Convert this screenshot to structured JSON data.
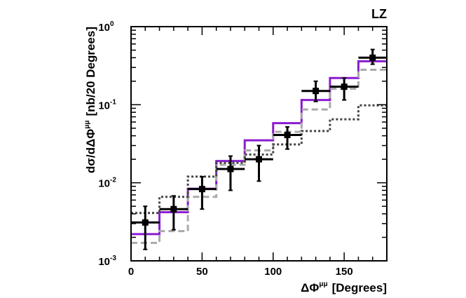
{
  "chart_data": {
    "type": "line",
    "title": "",
    "corner_label": "LZ",
    "xlabel": "ΔΦ^μμ [Degrees]",
    "ylabel": "dσ/dΔΦ^μμ [nb/20 Degrees]",
    "xlabel_parts": {
      "main": "ΔΦ",
      "sup": "μμ",
      "tail": "[Degrees]"
    },
    "ylabel_parts": {
      "main": "dσ/dΔΦ",
      "sup": "μμ",
      "tail": "[nb/20 Degrees]"
    },
    "xlim": [
      0,
      180
    ],
    "ylim": [
      0.001,
      1
    ],
    "yscale": "log",
    "x_ticks": [
      {
        "value": 0,
        "label": "0"
      },
      {
        "value": 50,
        "label": "50"
      },
      {
        "value": 100,
        "label": "100"
      },
      {
        "value": 150,
        "label": "150"
      }
    ],
    "y_ticks": [
      {
        "value": 0.001,
        "base": "10",
        "exp": "-3"
      },
      {
        "value": 0.01,
        "base": "10",
        "exp": "-2"
      },
      {
        "value": 0.1,
        "base": "10",
        "exp": "-1"
      },
      {
        "value": 1,
        "base": "10",
        "exp": "0"
      }
    ],
    "bin_edges": [
      0,
      20,
      40,
      60,
      80,
      100,
      120,
      140,
      160,
      180
    ],
    "data_points": {
      "x": [
        10,
        30,
        50,
        70,
        90,
        110,
        130,
        150,
        170
      ],
      "xerr": [
        10,
        10,
        10,
        10,
        10,
        10,
        10,
        10,
        10
      ],
      "y": [
        0.0031,
        0.0046,
        0.0083,
        0.015,
        0.02,
        0.041,
        0.15,
        0.17,
        0.4
      ],
      "y_low": [
        0.0014,
        0.0025,
        0.0046,
        0.008,
        0.0105,
        0.027,
        0.11,
        0.115,
        0.33
      ],
      "y_high": [
        0.005,
        0.0068,
        0.012,
        0.022,
        0.03,
        0.052,
        0.2,
        0.22,
        0.51
      ]
    },
    "series": [
      {
        "style": "solid",
        "color": "#8a1ccf",
        "values": [
          0.0022,
          0.0042,
          0.0084,
          0.019,
          0.035,
          0.058,
          0.115,
          0.22,
          0.36
        ]
      },
      {
        "style": "dashed",
        "color": "#aaaaaa",
        "values": [
          0.0017,
          0.0024,
          0.0066,
          0.017,
          0.026,
          0.045,
          0.087,
          0.16,
          0.28
        ]
      },
      {
        "style": "dotted",
        "color": "#444444",
        "values": [
          0.0041,
          0.0066,
          0.012,
          0.018,
          0.023,
          0.031,
          0.046,
          0.065,
          0.098
        ]
      }
    ]
  }
}
